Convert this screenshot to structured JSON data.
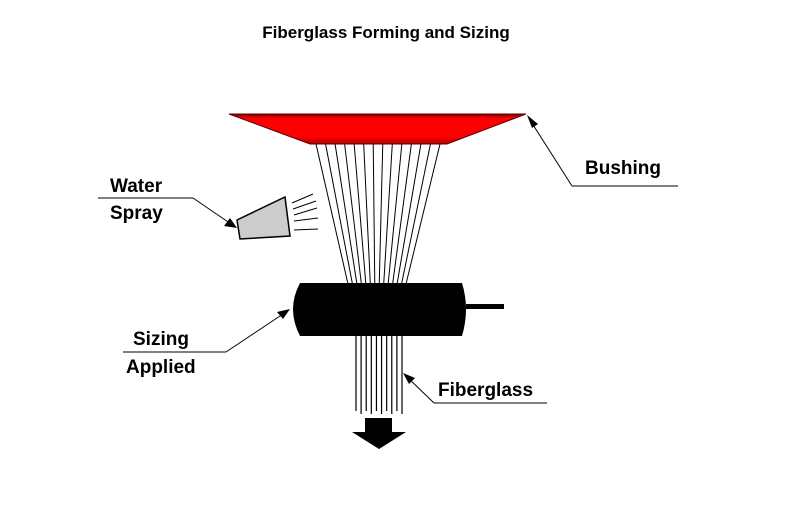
{
  "title": "Fiberglass Forming and Sizing",
  "labels": {
    "bushing": "Bushing",
    "water_line1": "Water",
    "water_line2": "Spray",
    "sizing_line1": "Sizing",
    "sizing_line2": "Applied",
    "fiberglass": "Fiberglass"
  },
  "colors": {
    "bushing_fill": "#ff0000",
    "bushing_edge": "#8b0000",
    "spray_nozzle": "#cccccc",
    "applicator": "#000000"
  },
  "fiber_count_upper": 14,
  "fiber_count_lower": 10
}
